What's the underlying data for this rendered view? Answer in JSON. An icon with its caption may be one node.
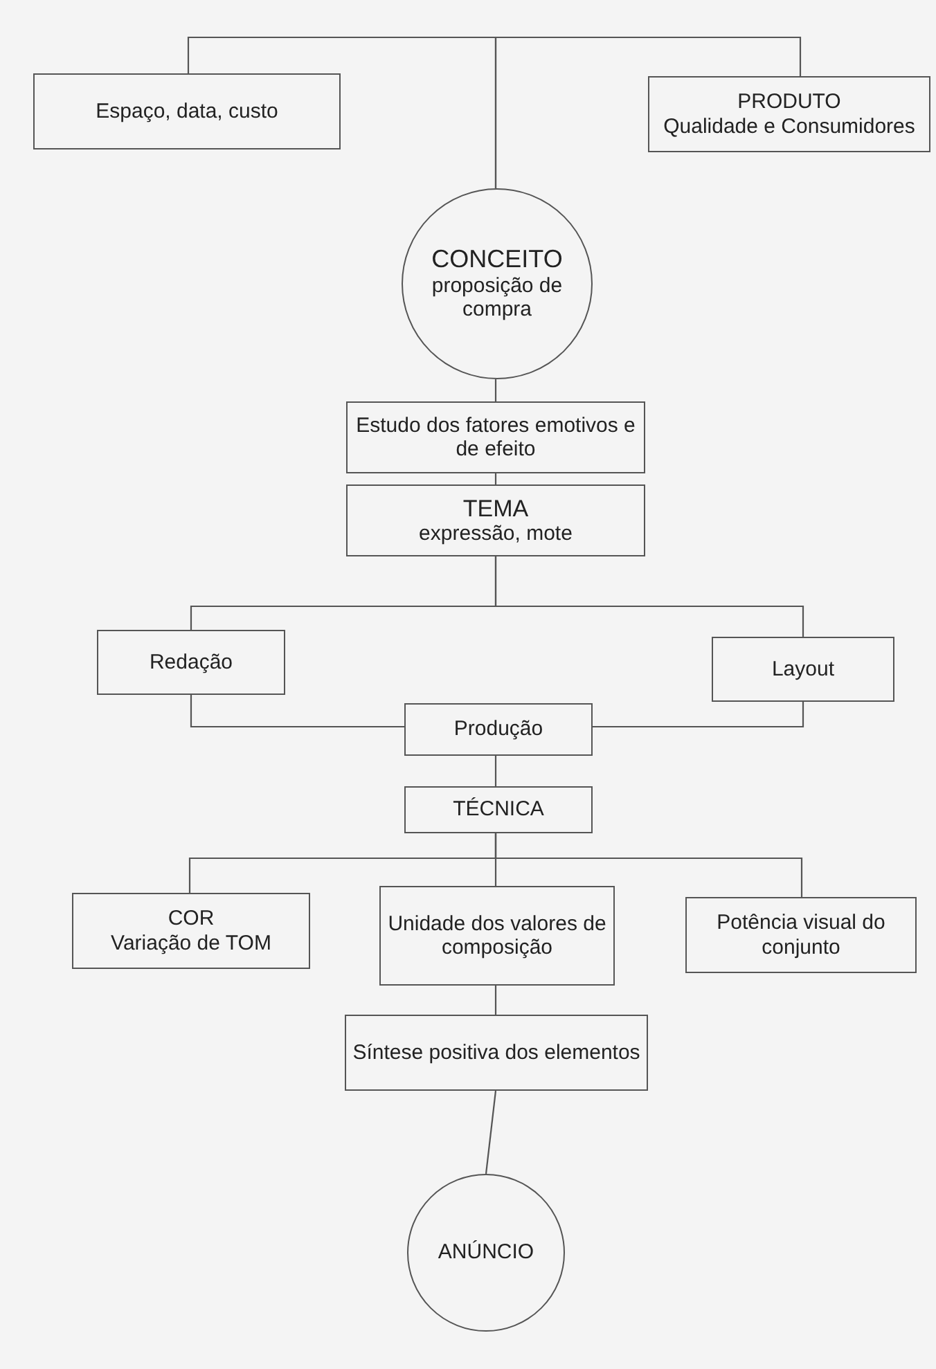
{
  "diagram": {
    "nodes": [
      {
        "text": [
          "Espaço, data, custo"
        ]
      },
      {
        "text": [
          "PRODUTO",
          "Qualidade e Consumidores"
        ]
      },
      {
        "text": [
          "CONCEITO",
          "proposição de compra"
        ]
      },
      {
        "text": [
          "Estudo dos fatores emotivos e de efeito"
        ]
      },
      {
        "text": [
          "TEMA",
          "expressão, mote"
        ]
      },
      {
        "text": [
          "Redação"
        ]
      },
      {
        "text": [
          "Layout"
        ]
      },
      {
        "text": [
          "Produção"
        ]
      },
      {
        "text": [
          "TÉCNICA"
        ]
      },
      {
        "text": [
          "COR",
          "Variação de TOM"
        ]
      },
      {
        "text": [
          "Unidade dos valores de composição"
        ]
      },
      {
        "text": [
          "Potência visual do conjunto"
        ]
      },
      {
        "text": [
          "Síntese positiva dos elementos"
        ]
      },
      {
        "text": [
          "ANÚNCIO"
        ]
      }
    ],
    "edges": [
      {
        "from": 0,
        "to": 2,
        "arrow": "none"
      },
      {
        "from": 1,
        "to": 2,
        "arrow": "none"
      },
      {
        "from": 2,
        "to": 3,
        "arrow": "none"
      },
      {
        "from": 3,
        "to": 4,
        "arrow": "none"
      },
      {
        "from": 4,
        "to": 5,
        "arrow": "none"
      },
      {
        "from": 4,
        "to": 6,
        "arrow": "none"
      },
      {
        "from": 5,
        "to": 7,
        "arrow": "none"
      },
      {
        "from": 6,
        "to": 7,
        "arrow": "none"
      },
      {
        "from": 7,
        "to": 8,
        "arrow": "none"
      },
      {
        "from": 8,
        "to": 9,
        "arrow": "none"
      },
      {
        "from": 8,
        "to": 10,
        "arrow": "none"
      },
      {
        "from": 8,
        "to": 11,
        "arrow": "none"
      },
      {
        "from": 10,
        "to": 12,
        "arrow": "none"
      },
      {
        "from": 12,
        "to": 13,
        "arrow": "none"
      }
    ]
  }
}
